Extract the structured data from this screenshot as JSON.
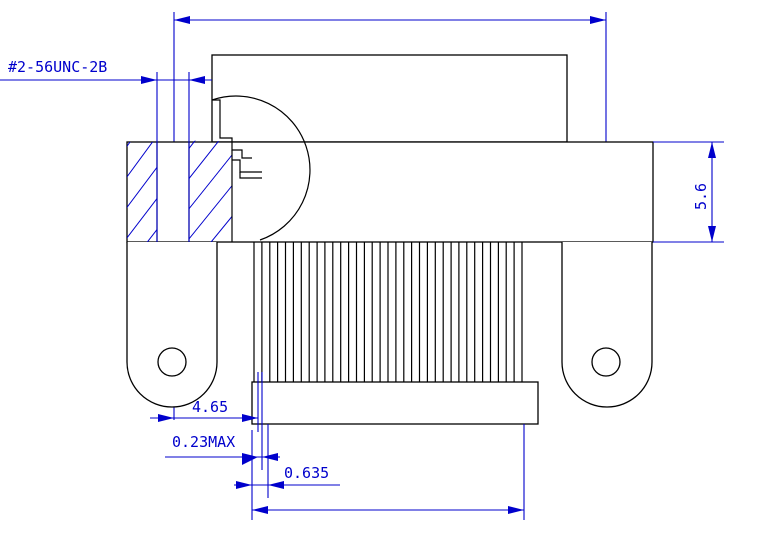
{
  "drawing": {
    "thread_callout": "#2-56UNC-2B",
    "dim_height": "5.6",
    "dim_4_65": "4.65",
    "dim_0_23max": "0.23MAX",
    "dim_0_635": "0.635"
  },
  "colors": {
    "object_lines": "#000000",
    "dimension_lines": "#0000cc",
    "background": "#ffffff"
  }
}
